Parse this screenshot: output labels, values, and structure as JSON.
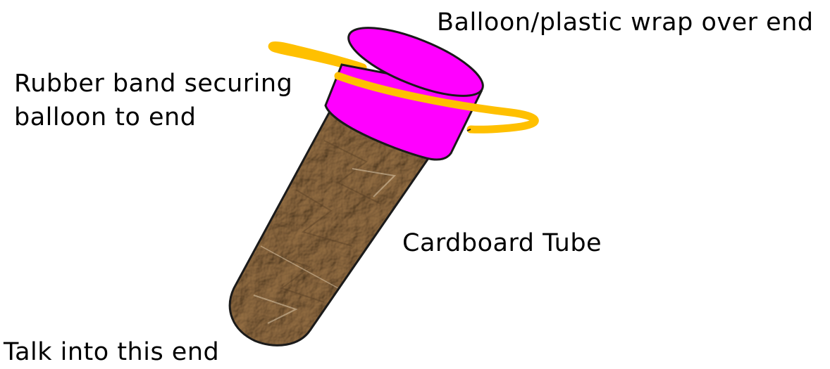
{
  "labels": {
    "balloon": "Balloon/plastic wrap over end",
    "rubber_band": "Rubber band securing balloon to end",
    "tube": "Cardboard Tube",
    "talk_end": "Talk into this end"
  },
  "colors": {
    "balloon": "#ff00ff",
    "rubber_band": "#ffc000",
    "cardboard": "#a88d6c",
    "cardboard_dark": "#6e5538",
    "cardboard_light": "#d2bb9a"
  }
}
